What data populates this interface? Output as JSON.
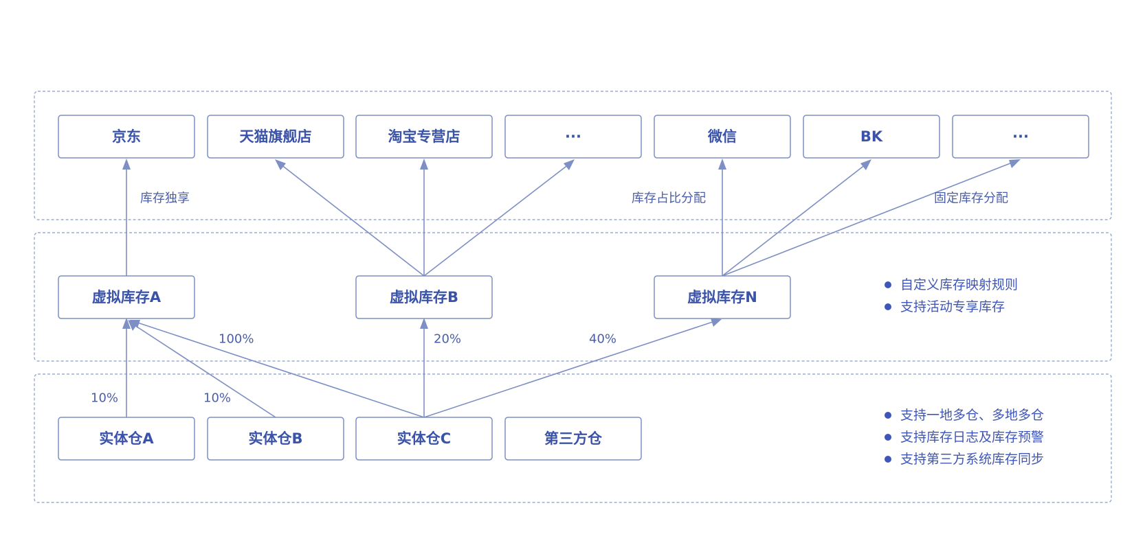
{
  "channels": {
    "jd": "京东",
    "tmall": "天猫旗舰店",
    "taobao": "淘宝专营店",
    "more_1": "···",
    "wechat": "微信",
    "bk": "BK",
    "more_2": "···"
  },
  "virtual_inventory": {
    "a": "虚拟库存A",
    "b": "虚拟库存B",
    "n": "虚拟库存N"
  },
  "warehouses": {
    "a": "实体仓A",
    "b": "实体仓B",
    "c": "实体仓C",
    "third_party": "第三方仓"
  },
  "edge_labels": {
    "exclusive": "库存独享",
    "ratio": "库存占比分配",
    "fixed": "固定库存分配",
    "c_to_va": "100%",
    "c_to_vb": "20%",
    "c_to_vn": "40%",
    "a_to_va": "10%",
    "b_to_va": "10%"
  },
  "notes": {
    "virtual": [
      "自定义库存映射规则",
      "支持活动专享库存"
    ],
    "warehouse": [
      "支持一地多仓、多地多仓",
      "支持库存日志及库存预警",
      "支持第三方系统库存同步"
    ]
  },
  "colors": {
    "box_border": "#7d8fc3",
    "text": "#3a53a8",
    "frame": "#8a9bc9"
  }
}
